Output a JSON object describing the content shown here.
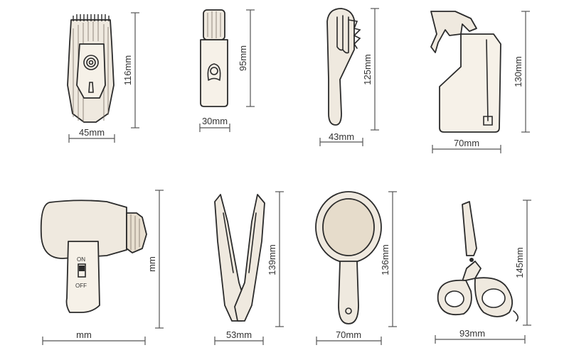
{
  "items": [
    {
      "name": "clipper",
      "width": "45mm",
      "height": "116mm"
    },
    {
      "name": "spray-bottle-small",
      "width": "30mm",
      "height": "95mm"
    },
    {
      "name": "comb",
      "width": "43mm",
      "height": "125mm"
    },
    {
      "name": "spray-bottle",
      "width": "70mm",
      "height": "130mm"
    },
    {
      "name": "hair-dryer",
      "width": "mm",
      "height": "mm",
      "switch_on": "ON",
      "switch_off": "OFF"
    },
    {
      "name": "hair-straightener",
      "width": "53mm",
      "height": "139mm"
    },
    {
      "name": "hand-mirror",
      "width": "70mm",
      "height": "136mm"
    },
    {
      "name": "scissors",
      "width": "93mm",
      "height": "145mm"
    }
  ]
}
